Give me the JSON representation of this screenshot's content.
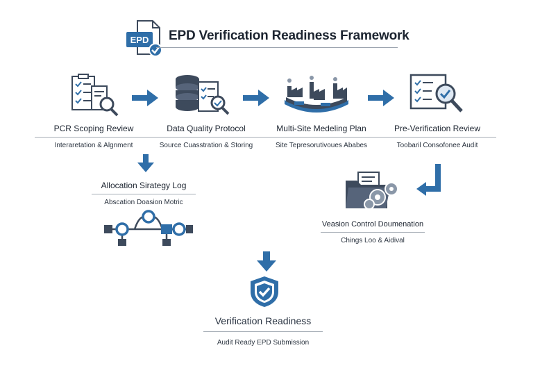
{
  "header": {
    "title": "EPD Verification Readiness Framework",
    "doc_badge": "EPD"
  },
  "steps": [
    {
      "title": "PCR Scoping Review",
      "subtitle": "Interaretation & Algnment"
    },
    {
      "title": "Data Quality Protocol",
      "subtitle": "Source Cuasstration & Storing"
    },
    {
      "title": "Multi-Site Medeling Plan",
      "subtitle": "Site Tepresorutivoues Ababes"
    },
    {
      "title": "Pre-Verification Review",
      "subtitle": "Toobaril Consofonee Audit"
    }
  ],
  "branches": {
    "allocation": {
      "title": "Allocation Sirategy Log",
      "subtitle": "Abscation Doasion Motric"
    },
    "version": {
      "title": "Veasion Control Doumenation",
      "subtitle": "Chings Loo & Aidival"
    }
  },
  "final": {
    "title": "Verification Readiness",
    "subtitle": "Audit  Ready EPD Submission"
  },
  "colors": {
    "accent": "#2f6ea8",
    "dark": "#3d4a5c",
    "text": "#1c2430",
    "rule": "#a6adb6"
  }
}
